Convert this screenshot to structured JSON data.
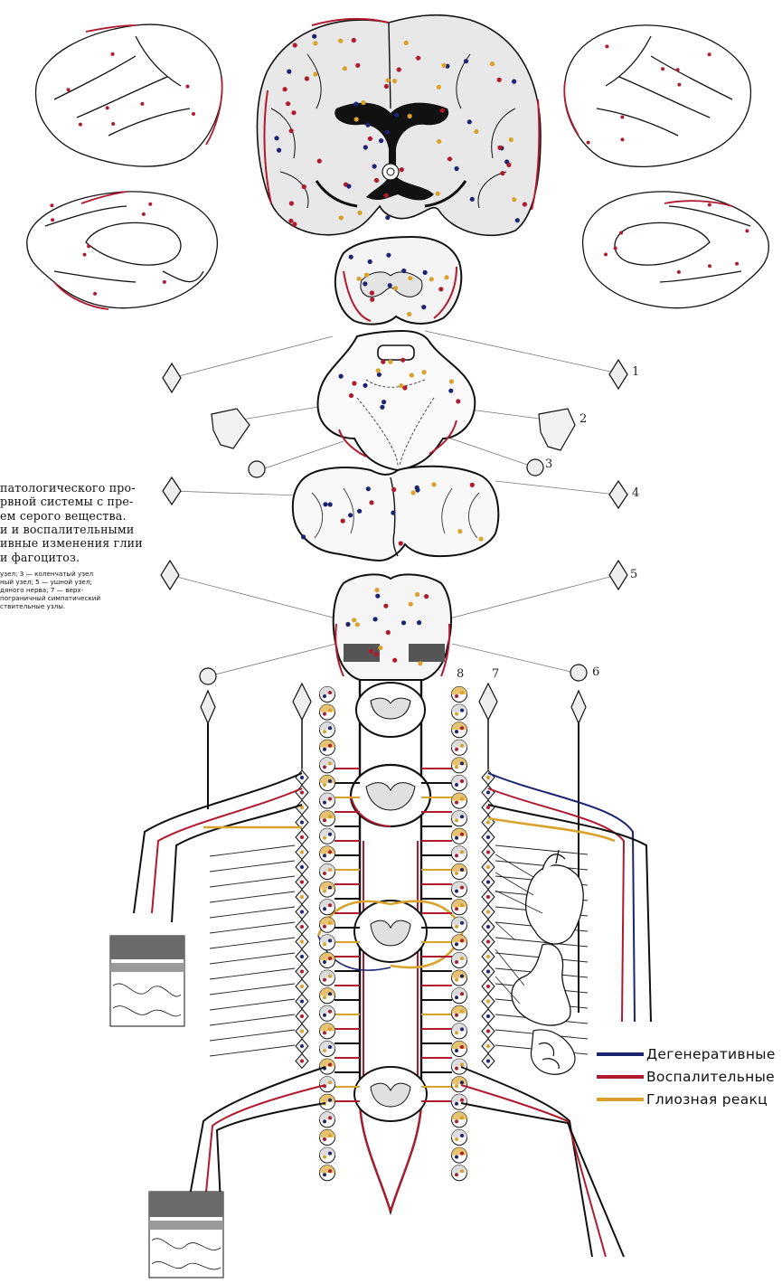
{
  "caption": {
    "lines": [
      "патологического про-",
      "рвной системы с пре-",
      "ем серого вещества.",
      "и и воспалительными",
      "ивные изменения глии",
      "и фагоцитоз."
    ],
    "footnote": [
      "узел; 3 — коленчатый узел",
      "ный узел; 5 — ушной узел;",
      "дяного нерва; 7 — верх-",
      "пограничный симпатический",
      "ствительные узлы."
    ]
  },
  "numbers": [
    "1",
    "2",
    "3",
    "4",
    "5",
    "6",
    "7",
    "8"
  ],
  "legend": [
    {
      "label": "Дегенеративные",
      "color": "#1c2370"
    },
    {
      "label": "Воспалительные",
      "color": "#b01a2e"
    },
    {
      "label": "Глиозная реакц",
      "color": "#d9a22c"
    }
  ],
  "colors": {
    "degenerative": "#1c2370",
    "inflammatory": "#b01a2e",
    "glial": "#d9a22c",
    "outline": "#111111",
    "grey_matter": "#dcdcdc"
  }
}
